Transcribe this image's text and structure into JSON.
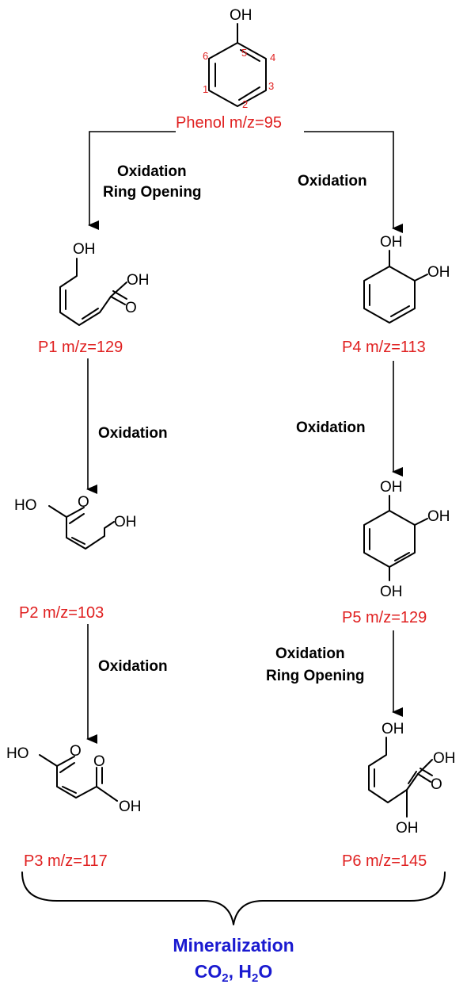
{
  "molecules": {
    "phenol": {
      "label": "Phenol m/z=95",
      "oh": "OH",
      "ring_numbers": [
        "5",
        "4",
        "3",
        "2",
        "1",
        "6"
      ]
    },
    "p1": {
      "label": "P1 m/z=129",
      "oh_top": "OH",
      "oh_acid": "OH",
      "o": "O"
    },
    "p2": {
      "label": "P2 m/z=103",
      "ho": "HO",
      "o": "O",
      "oh": "OH"
    },
    "p3": {
      "label": "P3 m/z=117",
      "ho": "HO",
      "o1": "O",
      "o2": "O",
      "oh": "OH"
    },
    "p4": {
      "label": "P4 m/z=113",
      "oh1": "OH",
      "oh2": "OH"
    },
    "p5": {
      "label": "P5 m/z=129",
      "oh1": "OH",
      "oh2": "OH",
      "oh3": "OH"
    },
    "p6": {
      "label": "P6 m/z=145",
      "oh_top": "OH",
      "oh_acid": "OH",
      "o": "O",
      "oh_bottom": "OH"
    }
  },
  "steps": {
    "left1_line1": "Oxidation",
    "left1_line2": "Ring Opening",
    "right1": "Oxidation",
    "left2": "Oxidation",
    "right2": "Oxidation",
    "left3": "Oxidation",
    "right3_line1": "Oxidation",
    "right3_line2": "Ring Opening"
  },
  "mineralization": {
    "title": "Mineralization",
    "co2": "CO",
    "co2_sub": "2",
    "sep": ", H",
    "h2o_sub": "2",
    "h2o_end": "O"
  }
}
